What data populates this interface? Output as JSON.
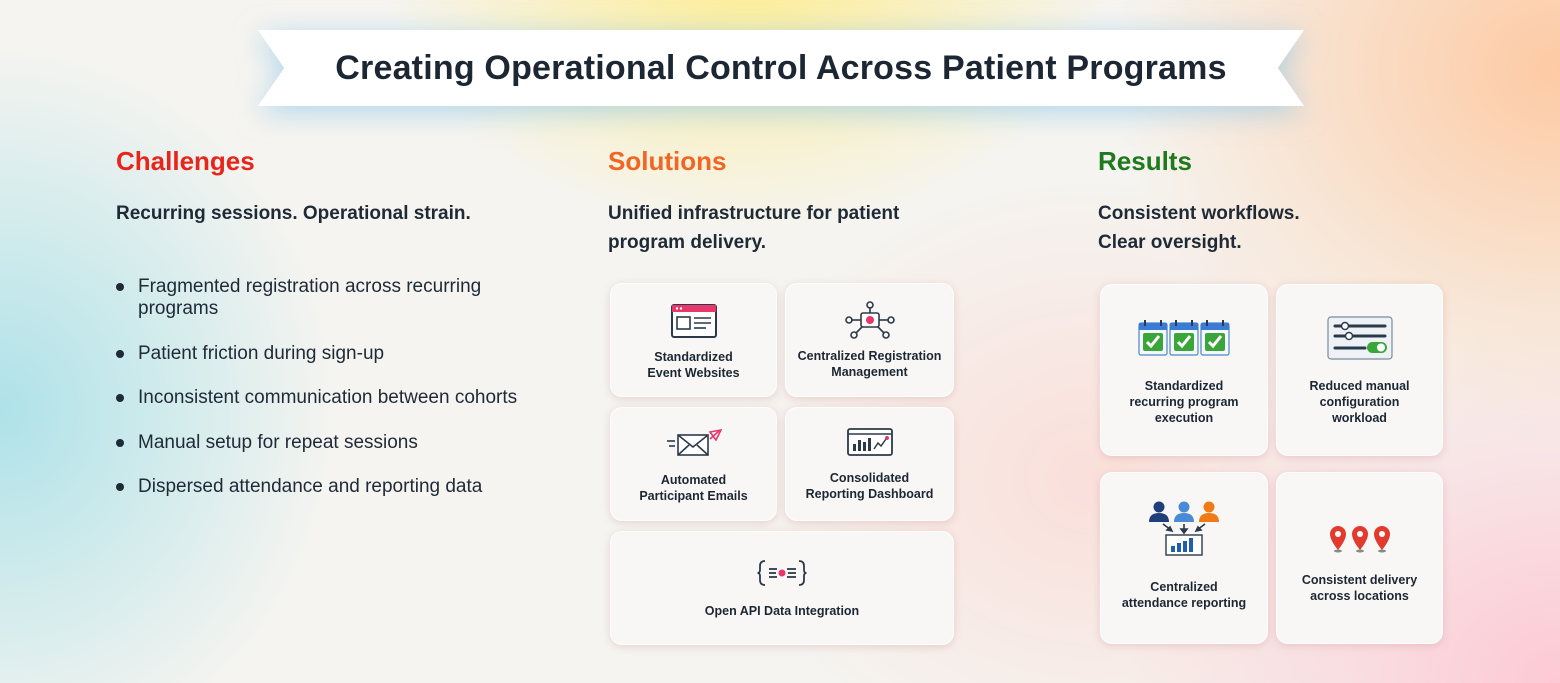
{
  "title": "Creating Operational Control Across Patient Programs",
  "colors": {
    "challenges": "#e8251a",
    "solutions": "#f26522",
    "results": "#1f7a1f"
  },
  "challenges": {
    "heading": "Challenges",
    "subheading": "Recurring sessions. Operational strain.",
    "items": [
      "Fragmented registration across recurring programs",
      "Patient friction during sign-up",
      "Inconsistent communication between cohorts",
      "Manual setup for repeat sessions",
      "Dispersed attendance and reporting data"
    ]
  },
  "solutions": {
    "heading": "Solutions",
    "subheading": "Unified infrastructure for patient program delivery.",
    "cards": [
      {
        "label": "Standardized\nEvent Websites",
        "icon": "website-icon"
      },
      {
        "label": "Centralized Registration\nManagement",
        "icon": "network-hub-icon"
      },
      {
        "label": "Automated\nParticipant Emails",
        "icon": "email-send-icon"
      },
      {
        "label": "Consolidated\nReporting Dashboard",
        "icon": "dashboard-chart-icon"
      },
      {
        "label": "Open API Data Integration",
        "icon": "api-braces-icon"
      }
    ]
  },
  "results": {
    "heading": "Results",
    "subheading_line1": "Consistent workflows.",
    "subheading_line2": "Clear oversight.",
    "cards": [
      {
        "label": "Standardized\nrecurring program\nexecution",
        "icon": "calendar-check-icon"
      },
      {
        "label": "Reduced manual\nconfiguration\nworkload",
        "icon": "settings-sliders-icon"
      },
      {
        "label": "Centralized\nattendance reporting",
        "icon": "people-to-chart-icon"
      },
      {
        "label": "Consistent delivery\nacross locations",
        "icon": "location-pins-icon"
      }
    ]
  }
}
